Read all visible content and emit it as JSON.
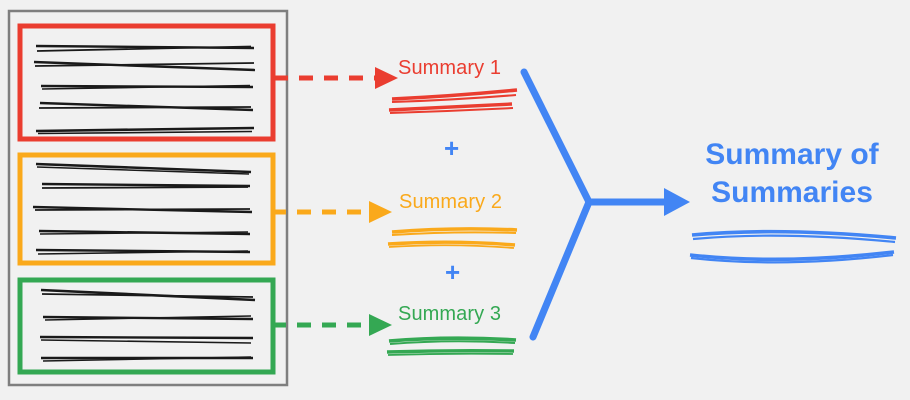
{
  "diagram": {
    "title_text": "Summary of Summaries",
    "background_color": "#F1F1F1",
    "document_frame": {
      "name": "document-collection-frame",
      "border_color": "#7F7F7F"
    },
    "source_groups": [
      {
        "id": "group-1",
        "color": "#EA3D30",
        "line_count": 5,
        "arrow_style": "dashed",
        "summary_label": "Summary 1"
      },
      {
        "id": "group-2",
        "color": "#FAA91B",
        "line_count": 5,
        "arrow_style": "dashed",
        "summary_label": "Summary 2"
      },
      {
        "id": "group-3",
        "color": "#34A853",
        "line_count": 4,
        "arrow_style": "dashed",
        "summary_label": "Summary 3"
      }
    ],
    "operators": [
      {
        "symbol": "+",
        "color": "#4285F4"
      },
      {
        "symbol": "+",
        "color": "#4285F4"
      }
    ],
    "merge": {
      "name": "merge-connector",
      "color": "#4285F4",
      "arrow_direction": "right"
    },
    "result": {
      "line_1": "Summary of",
      "line_2": "Summaries",
      "color": "#4285F4",
      "underline_count": 2
    },
    "text_stroke_color": "#1A1A1A"
  }
}
